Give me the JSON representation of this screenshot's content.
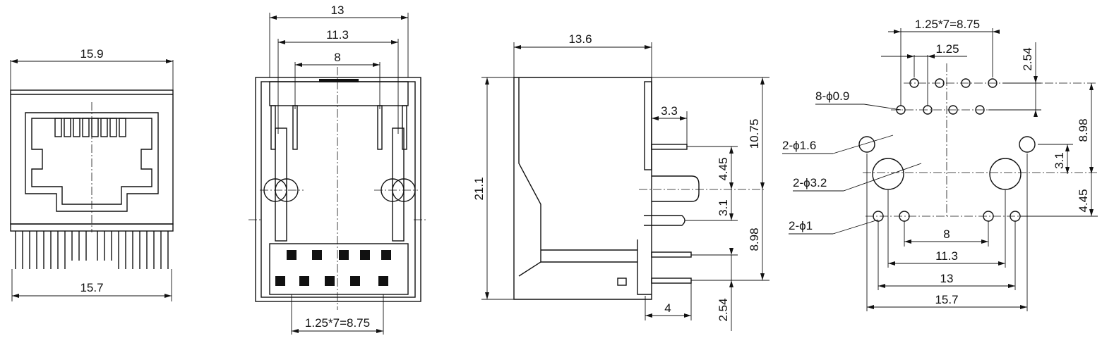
{
  "colors": {
    "line": "#111111",
    "background": "#ffffff"
  },
  "front_view": {
    "top_width": "15.9",
    "bottom_width": "15.7"
  },
  "rear_view": {
    "outer_width": "13",
    "pin_span_a": "11.3",
    "pin_span_b": "8",
    "pitch": "1.25*7=8.75"
  },
  "side_view": {
    "depth": "13.6",
    "height": "21.1",
    "offset_a": "3.3",
    "dim_a": "10.75",
    "dim_b": "4.45",
    "dim_c": "3.1",
    "dim_d": "8.98",
    "lead_len": "4",
    "lead_pitch": "2.54"
  },
  "footprint": {
    "pitch": "1.25*7=8.75",
    "pitch_single": "1.25",
    "row_offset": "2.54",
    "holes_signal": "8-ϕ0.9",
    "holes_led": "2-ϕ1.6",
    "holes_post": "2-ϕ3.2",
    "holes_shield": "2-ϕ1",
    "span_a": "8",
    "span_b": "11.3",
    "span_c": "13",
    "span_d": "15.7",
    "vert_a": "8.98",
    "vert_b": "3.1",
    "vert_c": "4.45"
  }
}
